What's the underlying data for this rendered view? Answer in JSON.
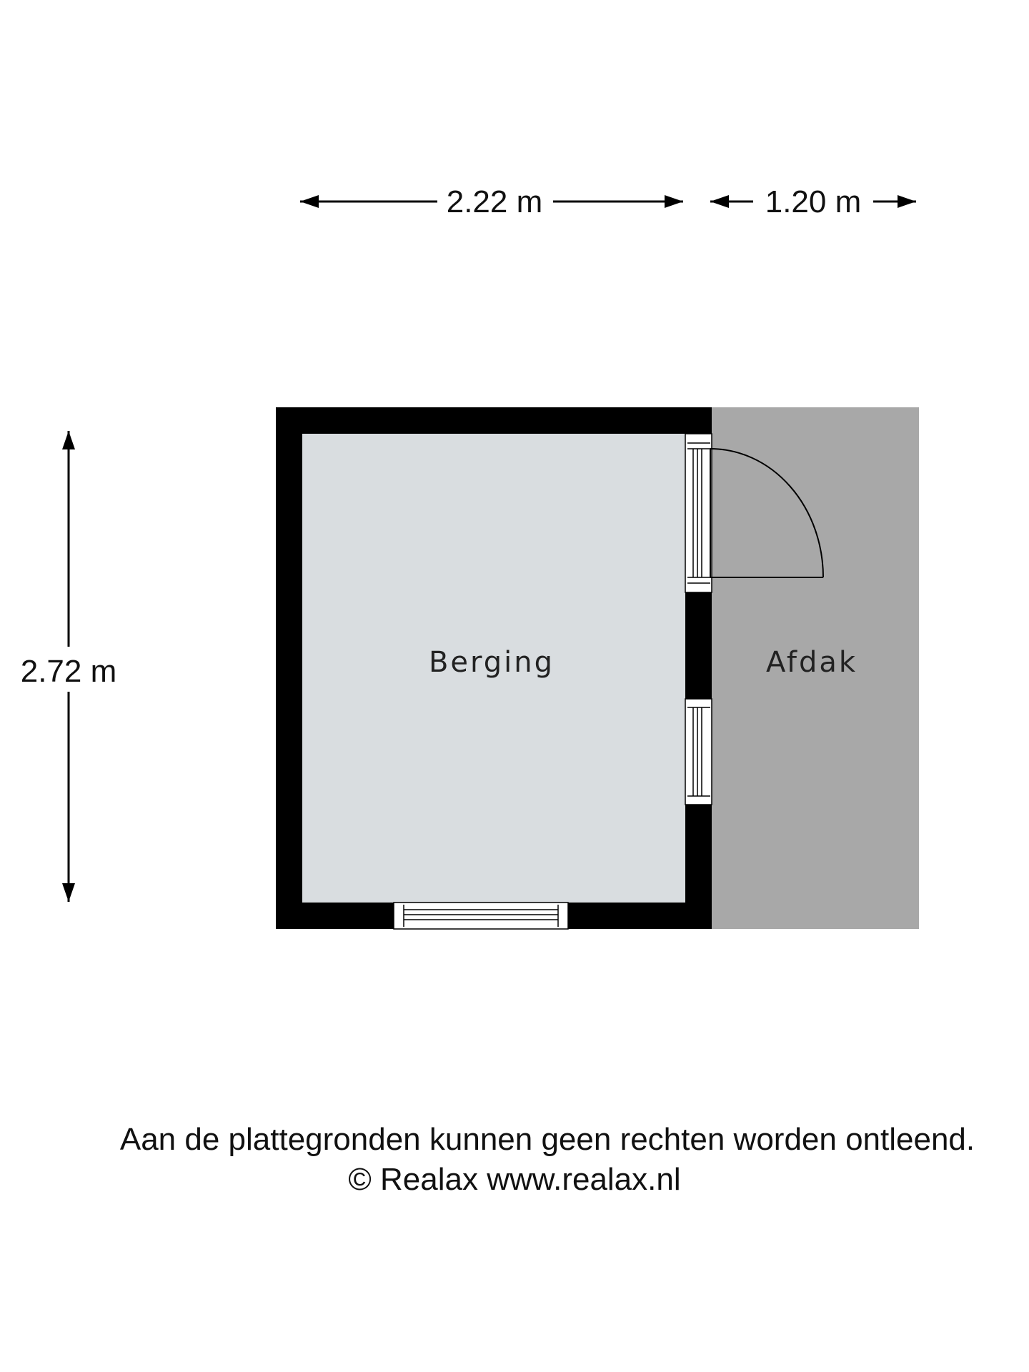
{
  "dimensions": {
    "berging_width": "2.22 m",
    "afdak_width": "1.20 m",
    "height": "2.72 m"
  },
  "rooms": {
    "berging": "Berging",
    "afdak": "Afdak"
  },
  "colors": {
    "wall": "#000000",
    "berging_floor": "#d9dde0",
    "afdak_floor": "#a8a8a8",
    "window_frame": "#ffffff"
  },
  "footer": {
    "disclaimer": "Aan de plattegronden kunnen geen rechten worden ontleend.",
    "copyright": "© Realax www.realax.nl"
  }
}
